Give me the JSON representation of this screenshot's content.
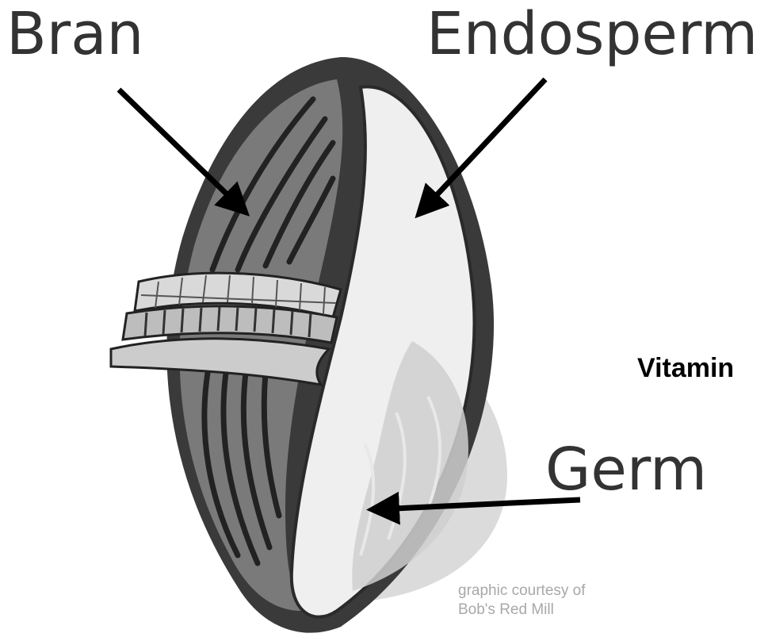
{
  "labels": {
    "bran": "Bran",
    "endosperm": "Endosperm",
    "germ": "Germ",
    "vitamin": "Vitamin"
  },
  "credit": {
    "line1": "graphic courtesy of",
    "line2": "Bob's Red Mill"
  },
  "colors": {
    "outer_shell": "#3d3d3d",
    "bran_layer": "#808080",
    "endosperm": "#eeeeee",
    "germ_shadow": "#c6c6c6",
    "label_text": "#333333",
    "credit_text": "#a8a8a8"
  }
}
